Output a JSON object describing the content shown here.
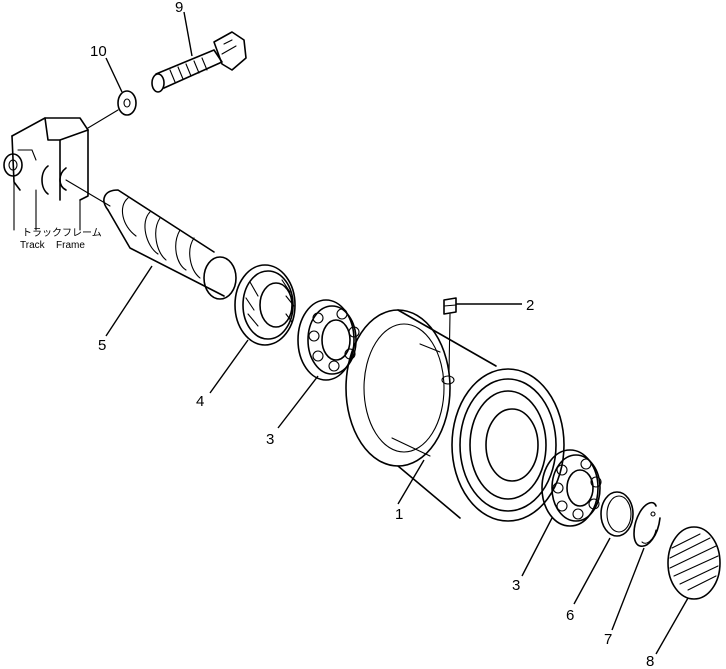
{
  "frame_label": {
    "japanese": "トラックフレーム",
    "english_word1": "Track",
    "english_word2": "Frame"
  },
  "callouts": [
    "1",
    "2",
    "3",
    "3",
    "4",
    "5",
    "6",
    "7",
    "8",
    "9",
    "10"
  ]
}
